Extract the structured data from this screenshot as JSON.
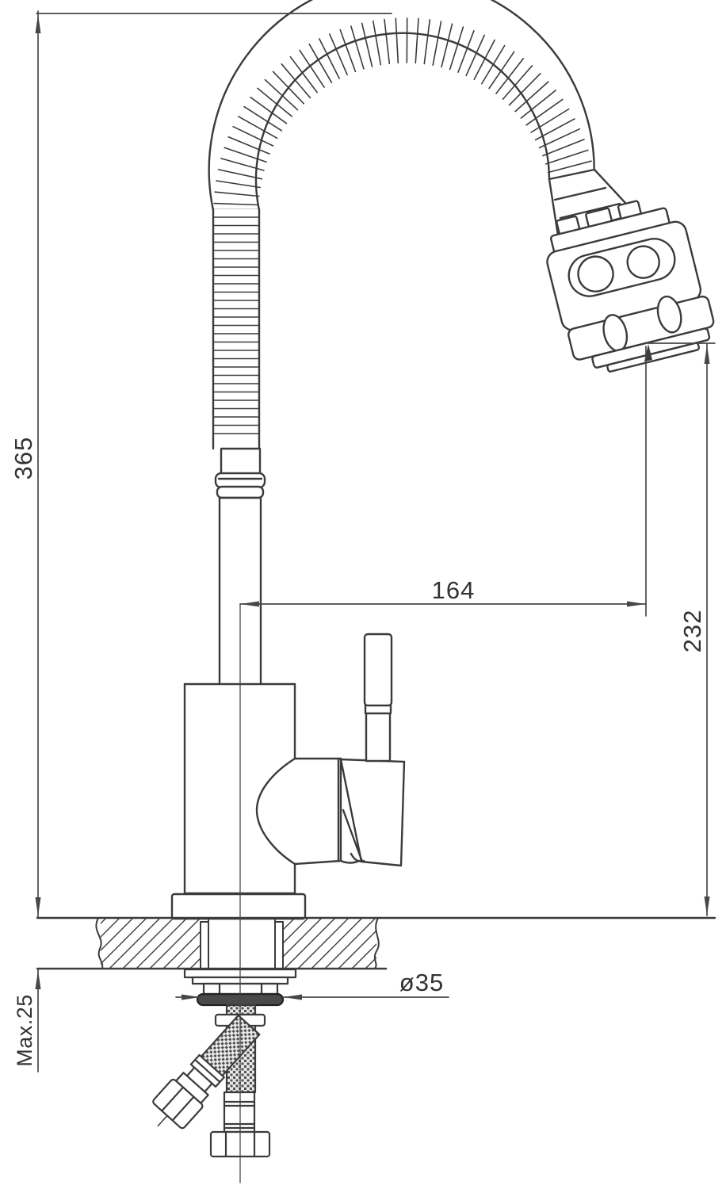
{
  "drawing": {
    "background_color": "#ffffff",
    "line_color": "#3b3b3b",
    "dimension_line_color": "#474747",
    "text_color": "#333333",
    "washer_fill_color": "#4a4a4a",
    "braid_color": "#4f4f4f",
    "dimensions": {
      "overall_height": {
        "label": "365"
      },
      "spout_reach": {
        "label": "164"
      },
      "outlet_to_deck": {
        "label": "232"
      },
      "max_deck_thickness": {
        "label": "Max.25"
      },
      "mounting_hole_diameter": {
        "label": "ø35"
      }
    }
  }
}
